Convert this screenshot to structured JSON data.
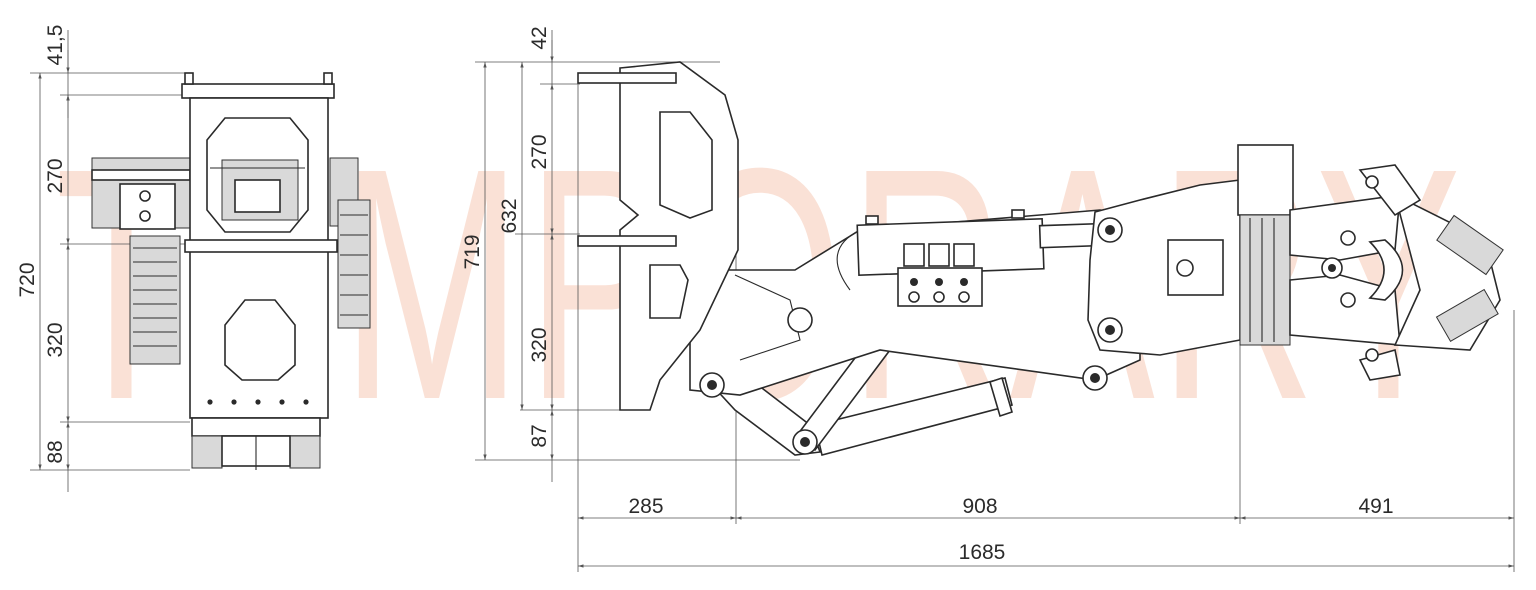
{
  "watermark": "TEMPORARY",
  "colors": {
    "watermark": "#f6c9b4",
    "line": "#2a2a2a",
    "dimension": "#555555",
    "fill_gray": "#d9d9d9"
  },
  "front_view": {
    "dimensions": {
      "top": "41,5",
      "upper": "270",
      "total": "720",
      "lower": "320",
      "bottom": "88"
    }
  },
  "side_view": {
    "dimensions": {
      "top": "42",
      "upper": "270",
      "mid_total": "632",
      "total": "719",
      "lower": "320",
      "bottom": "87",
      "horizontal_1": "285",
      "horizontal_2": "908",
      "horizontal_3": "491",
      "overall_length": "1685"
    }
  }
}
